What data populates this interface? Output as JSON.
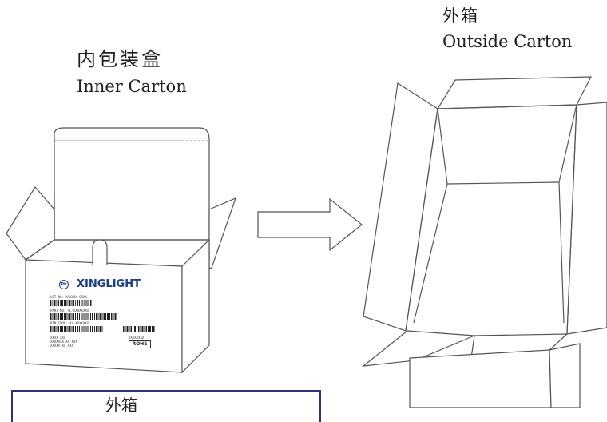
{
  "inner": {
    "label_cn": "内包装盒",
    "label_en": "Inner Carton"
  },
  "outer": {
    "label_cn": "外箱",
    "label_en": "Outside Carton"
  },
  "label_panel": {
    "brand": "XINGLIGHT",
    "lot_no": "LOT NO: XXXXXX-CXXX",
    "part_no": "PART NO: XL-XXXXXXXX",
    "bin_code": "BIN CODE: XL-XXXXXXX",
    "qty_line1": "XXXX  XXX",
    "qty_line2": "XXXXXXX  XX  XXX",
    "qty_line3": "XXXXX  XX  XXX",
    "right_code": "XXXXXXXX",
    "rohs": "ROHS"
  },
  "bottom_panel": {
    "title": "外箱"
  },
  "colors": {
    "brand_blue": "#1a3c8f",
    "frame_navy": "#2e2e8c",
    "line_gray": "#555555"
  }
}
